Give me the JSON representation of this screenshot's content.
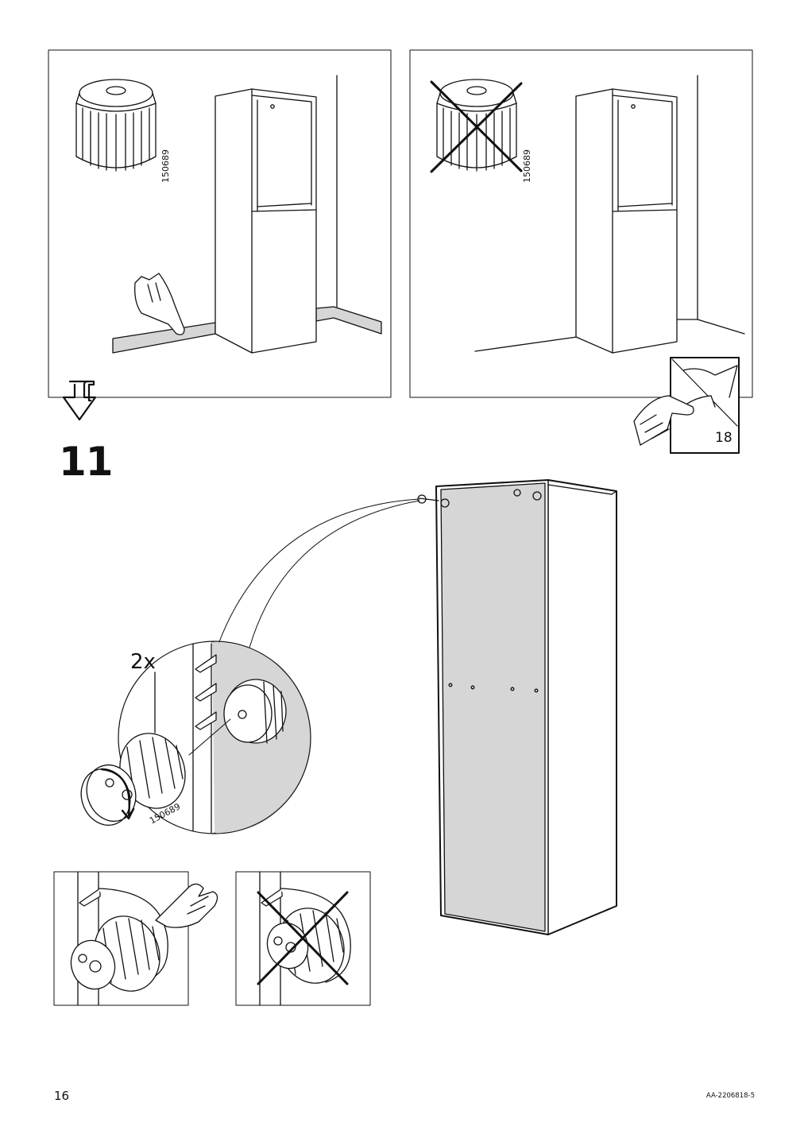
{
  "step": {
    "number": "11"
  },
  "footer": {
    "page_number": "16",
    "doc_code": "AA-2206818-5"
  },
  "part": {
    "article_number": "150689"
  },
  "quantity": "2x",
  "page_reference": "18",
  "panels": {
    "top_left": {
      "meaning": "correct"
    },
    "top_right": {
      "meaning": "incorrect"
    },
    "bottom_left": {
      "meaning": "correct"
    },
    "bottom_right": {
      "meaning": "incorrect"
    }
  },
  "colors": {
    "line": "#111111",
    "panel_fill": "#d6d6d6"
  }
}
